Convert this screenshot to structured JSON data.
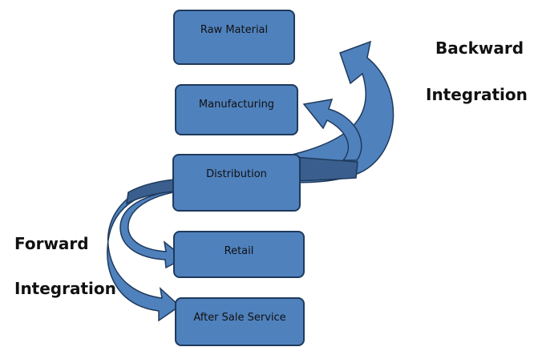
{
  "diagram": {
    "boxes": {
      "raw_material": "Raw Material",
      "manufacturing": "Manufacturing",
      "distribution": "Distribution",
      "retail": "Retail",
      "after_sale_service": "After Sale Service"
    },
    "labels": {
      "backward_line1": "Backward",
      "backward_line2": "Integration",
      "forward_line1": "Forward",
      "forward_line2": "Integration"
    },
    "colors": {
      "box_fill": "#4f81bd",
      "box_border": "#1f3a5c",
      "arrow_fill": "#4f81bd",
      "arrow_dark": "#3a5f8f"
    }
  }
}
